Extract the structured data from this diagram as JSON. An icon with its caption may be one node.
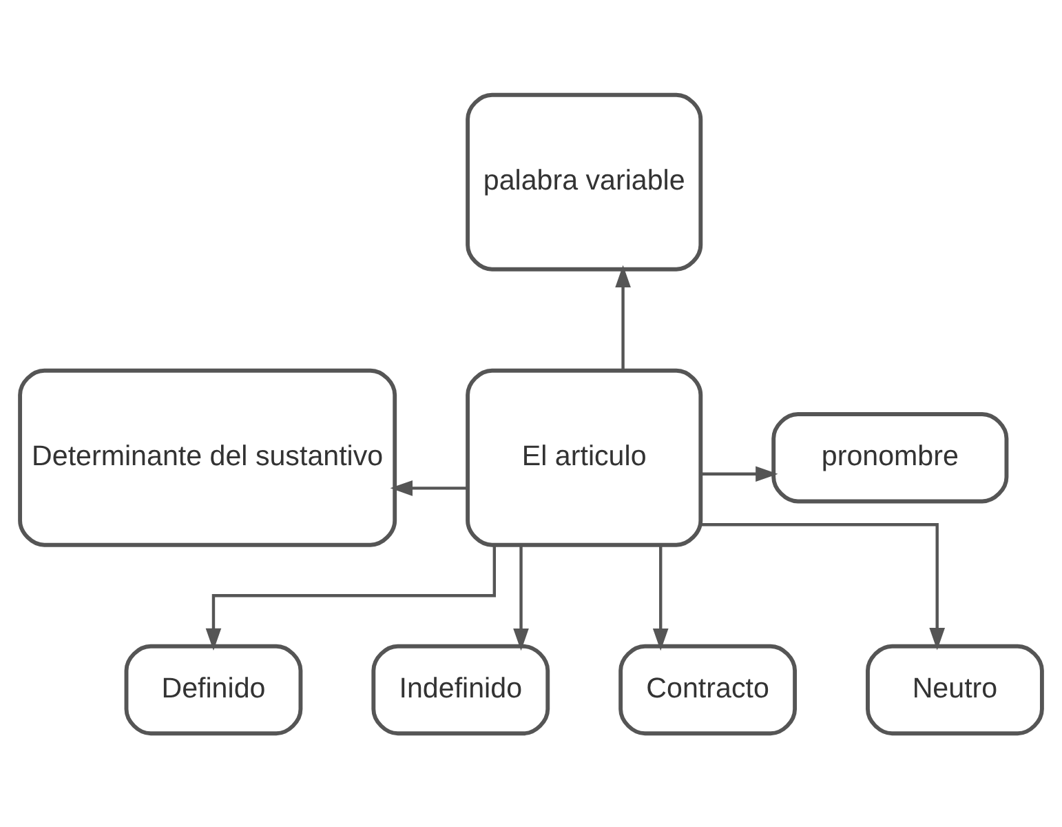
{
  "diagram": {
    "nodes": [
      {
        "text": [
          "palabra variable"
        ]
      },
      {
        "text": [
          "Determinante del sustantivo"
        ]
      },
      {
        "text": [
          "El articulo"
        ]
      },
      {
        "text": [
          "pronombre"
        ]
      },
      {
        "text": [
          "Definido"
        ]
      },
      {
        "text": [
          "Indefinido"
        ]
      },
      {
        "text": [
          "Contracto"
        ]
      },
      {
        "text": [
          "Neutro"
        ]
      }
    ],
    "edges": [
      {
        "from": 2,
        "to": 0,
        "arrow": "to"
      },
      {
        "from": 2,
        "to": 1,
        "arrow": "to"
      },
      {
        "from": 2,
        "to": 3,
        "arrow": "to"
      },
      {
        "from": 2,
        "to": 4,
        "arrow": "to"
      },
      {
        "from": 2,
        "to": 5,
        "arrow": "to"
      },
      {
        "from": 2,
        "to": 6,
        "arrow": "to"
      },
      {
        "from": 2,
        "to": 7,
        "arrow": "to"
      }
    ]
  }
}
